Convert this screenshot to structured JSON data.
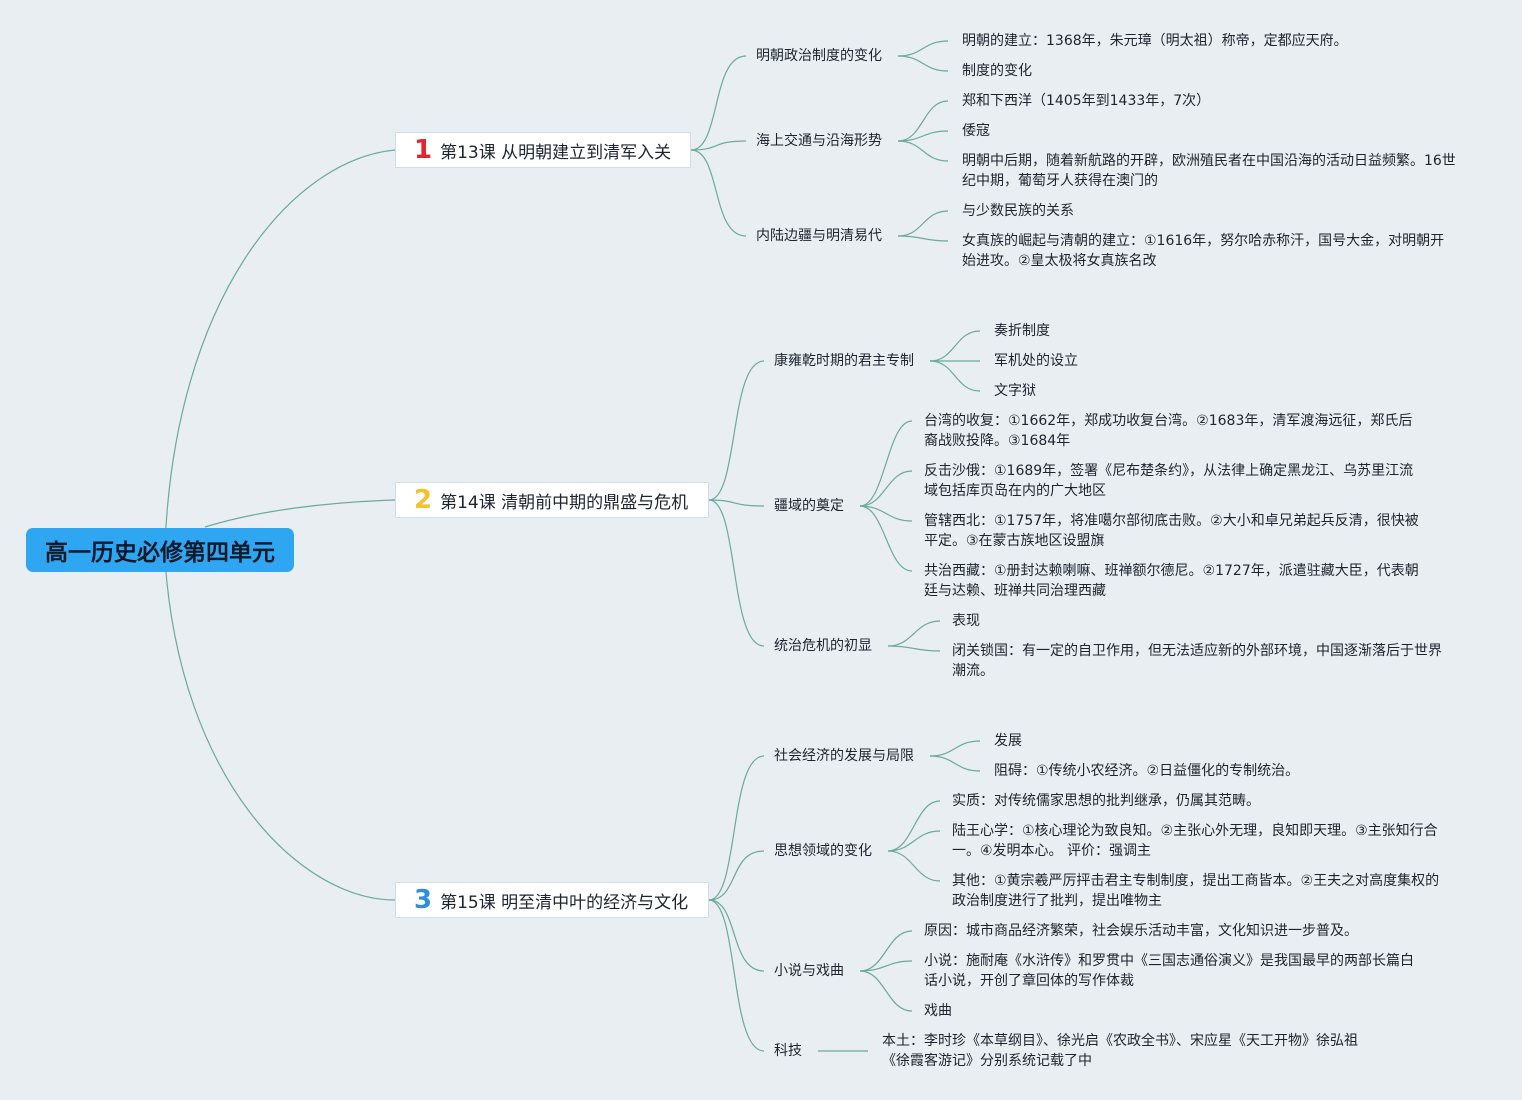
{
  "root": {
    "title": "高一历史必修第四单元"
  },
  "colors": {
    "line": "#6aaa9a",
    "root": "#2fa6f2",
    "num1": "#e0282c",
    "num2": "#f2c230",
    "num3": "#2f8ed8"
  },
  "lessons": [
    {
      "num": "1",
      "title": "第13课 从明朝建立到清军入关",
      "topics": [
        {
          "label": "明朝政治制度的变化",
          "items": [
            "明朝的建立：1368年，朱元璋（明太祖）称帝，定都应天府。",
            "制度的变化"
          ]
        },
        {
          "label": "海上交通与沿海形势",
          "items": [
            "郑和下西洋（1405年到1433年，7次）",
            "倭寇",
            "明朝中后期，随着新航路的开辟，欧洲殖民者在中国沿海的活动日益频繁。16世纪中期，葡萄牙人获得在澳门的"
          ]
        },
        {
          "label": "内陆边疆与明清易代",
          "items": [
            "与少数民族的关系",
            "女真族的崛起与清朝的建立：①1616年，努尔哈赤称汗，国号大金，对明朝开始进攻。②皇太极将女真族名改"
          ]
        }
      ]
    },
    {
      "num": "2",
      "title": "第14课 清朝前中期的鼎盛与危机",
      "topics": [
        {
          "label": "康雍乾时期的君主专制",
          "items": [
            "奏折制度",
            "军机处的设立",
            "文字狱"
          ]
        },
        {
          "label": "疆域的奠定",
          "items": [
            "台湾的收复：①1662年，郑成功收复台湾。②1683年，清军渡海远征，郑氏后裔战败投降。③1684年",
            "反击沙俄：①1689年，签署《尼布楚条约》，从法律上确定黑龙江、乌苏里江流域包括库页岛在内的广大地区",
            "管辖西北：①1757年，将准噶尔部彻底击败。②大小和卓兄弟起兵反清，很快被平定。③在蒙古族地区设盟旗",
            "共治西藏：①册封达赖喇嘛、班禅额尔德尼。②1727年，派遣驻藏大臣，代表朝廷与达赖、班禅共同治理西藏"
          ]
        },
        {
          "label": "统治危机的初显",
          "items": [
            "表现",
            "闭关锁国：有一定的自卫作用，但无法适应新的外部环境，中国逐渐落后于世界潮流。"
          ]
        }
      ]
    },
    {
      "num": "3",
      "title": "第15课 明至清中叶的经济与文化",
      "topics": [
        {
          "label": "社会经济的发展与局限",
          "items": [
            "发展",
            "阻碍：①传统小农经济。②日益僵化的专制统治。"
          ]
        },
        {
          "label": "思想领域的变化",
          "items": [
            "实质：对传统儒家思想的批判继承，仍属其范畴。",
            "陆王心学：①核心理论为致良知。②主张心外无理，良知即天理。③主张知行合一。④发明本心。 评价：强调主",
            "其他：①黄宗羲严厉抨击君主专制制度，提出工商皆本。②王夫之对高度集权的政治制度进行了批判，提出唯物主"
          ]
        },
        {
          "label": "小说与戏曲",
          "items": [
            "原因：城市商品经济繁荣，社会娱乐活动丰富，文化知识进一步普及。",
            "小说：施耐庵《水浒传》和罗贯中《三国志通俗演义》是我国最早的两部长篇白话小说，开创了章回体的写作体裁",
            "戏曲"
          ]
        },
        {
          "label": "科技",
          "items": [
            "本土：李时珍《本草纲目》、徐光启《农政全书》、宋应星《天工开物》徐弘祖《徐霞客游记》分别系统记载了中"
          ]
        }
      ]
    }
  ]
}
